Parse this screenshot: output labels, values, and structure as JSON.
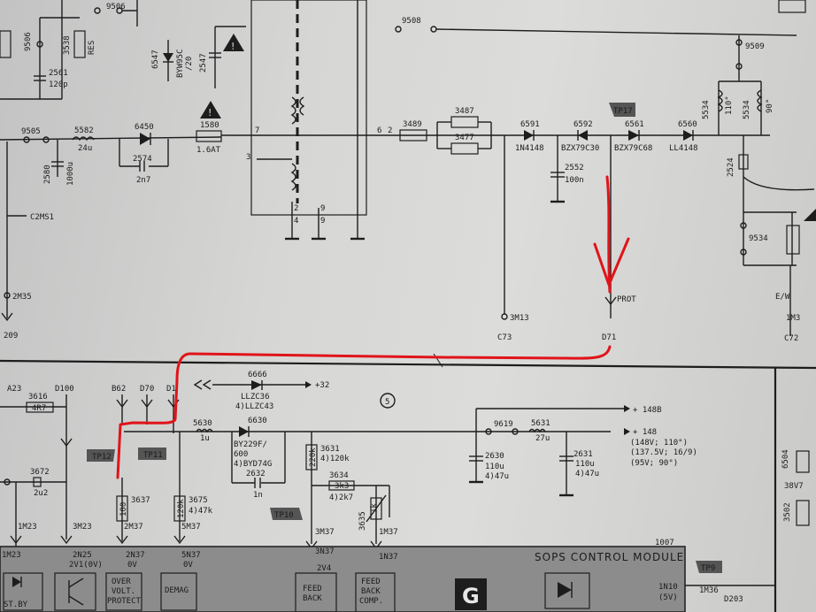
{
  "colors": {
    "ink": "#1d1d1d",
    "paper": "#d6d7d5",
    "annotation": "#e0141a",
    "module": "#8c8c8c"
  },
  "labels": {
    "n9506": "9506",
    "n9508": "9508",
    "n9509": "9509",
    "n9505": "9505",
    "n9534": "9534",
    "n9619": "9619",
    "r3538": "3538",
    "res": "RES",
    "c2561": "2561",
    "c2561v": "120p",
    "d6547": "6547",
    "d6547v": "BYW95C",
    "c2547": "2547",
    "c2547v": "/20",
    "c2547w": "2547",
    "l5582": "5582",
    "l5582v": "24u",
    "d6450": "6450",
    "f1580": "1580",
    "f1580v": "1.6AT",
    "c2580": "2580",
    "c2580v": "1000u",
    "c2574": "2574",
    "c2574v": "2n7",
    "r3489": "3489",
    "r3487": "3487",
    "r3477": "3477",
    "d6591": "6591",
    "d6591v": "1N4148",
    "d6592": "6592",
    "d6592v": "BZX79C30",
    "tp17": "TP17",
    "d6561": "6561",
    "d6561v": "BZX79C68",
    "d6560": "6560",
    "d6560v": "LL4148",
    "c2552": "2552",
    "c2552v": "100n",
    "l5534": "5534",
    "l5534v": "110°",
    "l5534b": "5534",
    "l5534bv": "90°",
    "c2524": "2524",
    "pin7": "7",
    "pin6": "6",
    "pin3": "3",
    "pin2": "2",
    "pin4": "4",
    "pin9": "9",
    "pin9b": "9",
    "pin2b": "2",
    "c2ms1": "C2MS1",
    "n2m35": "2M35",
    "n209": "209",
    "n3m13": "3M13",
    "c73": "C73",
    "prot": "PROT",
    "d71": "D71",
    "c72": "C72",
    "e_w": "E/W",
    "n1m3": "1M3",
    "a23": "A23",
    "r3616": "3616",
    "r3616v": "4R7",
    "d100": "D100",
    "b62": "B62",
    "d70": "D70",
    "d1": "D1",
    "d6666": "6666",
    "d6666v": "LLZC36",
    "d6666w": "4)LLZC43",
    "plus32": "+32",
    "circ5": "5",
    "l5630": "5630",
    "l5630v": "1u",
    "d6630": "6630",
    "d6630v": "BY229F/",
    "d6630w": "600",
    "d6630x": "4)BYD74G",
    "c2632": "2632",
    "c2632v": "1n",
    "r3631": "3631",
    "r3631v": "220k",
    "r3631w": "4)120k",
    "r3634": "3634",
    "r3634v": "3k3",
    "r3634w": "4)2k7",
    "r3635": "3635",
    "r3635v": "1k",
    "plus148b": "+ 148B",
    "l5631": "5631",
    "l5631v": "27u",
    "plus148": "+ 148",
    "c2630": "2630",
    "c2630v": "110u",
    "c2630w": "4)47u",
    "c2631": "2631",
    "c2631v": "110u",
    "c2631w": "4)47u",
    "vnote1": "(148V; 110°)",
    "vnote2": "(137.5V; 16/9)",
    "vnote3": "(95V;  90°)",
    "c3672": "3672",
    "c3672v": "2u2",
    "tp12": "TP12",
    "tp11": "TP11",
    "tp10": "TP10",
    "r3637": "3637",
    "r3637v": "100",
    "r3675": "3675",
    "r3675v": "120k",
    "r3675w": "4)47k",
    "n1m23": "1M23",
    "n3m23": "3M23",
    "n2m37": "2M37",
    "n5m37": "5M37",
    "n3m37": "3M37",
    "n1m37": "1M37",
    "n6504": "6504",
    "n38v7": "38V7",
    "n3502": "3502",
    "n1007": "1007",
    "tp9": "TP9",
    "n1m36": "1M36",
    "d203": "D203",
    "mod_label": "SOPS  CONTROL  MODULE",
    "mod_1m23": "1M23",
    "mod_2n25": "2N25",
    "mod_2v1": "2V1(0V)",
    "mod_2n37": "2N37",
    "mod_0v": "0V",
    "mod_5n37": "5N37",
    "mod_0v2": "0V",
    "mod_3n37": "3N37",
    "mod_2v4": "2V4",
    "mod_1n37": "1N37",
    "mod_over": "OVER",
    "mod_volt": "VOLT.",
    "mod_protect": "PROTECT",
    "mod_demag": "DEMAG",
    "mod_feed": "FEED",
    "mod_back": "BACK",
    "mod_feed2": "FEED",
    "mod_back2": "BACK",
    "mod_comp": "COMP.",
    "mod_g": "G",
    "mod_1n10": "1N10",
    "mod_5v": "(5V)",
    "mod_stby": "ST.BY"
  }
}
